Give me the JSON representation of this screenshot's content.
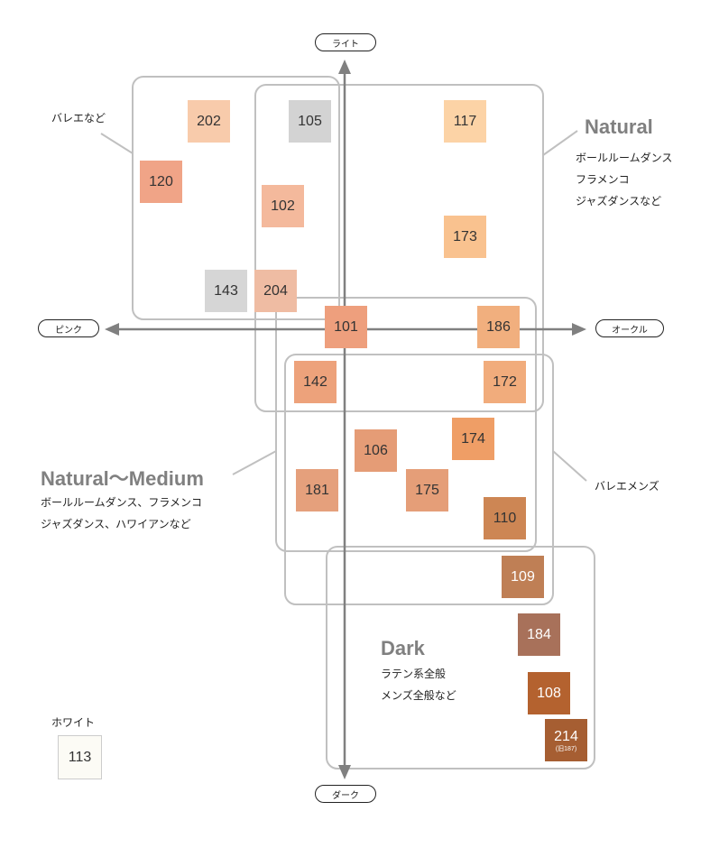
{
  "axes": {
    "top": "ライト",
    "left": "ピンク",
    "right": "オークル",
    "bottom": "ダーク"
  },
  "groups": {
    "ballet": {
      "label": "バレエなど"
    },
    "natural": {
      "title": "Natural",
      "lines": [
        "ボールルームダンス",
        "フラメンコ",
        "ジャズダンスなど"
      ]
    },
    "natural_medium": {
      "title": "Natural〜Medium",
      "lines": [
        "ボールルームダンス、フラメンコ",
        "ジャズダンス、ハワイアンなど"
      ]
    },
    "ballet_mens": {
      "label": "バレエメンズ"
    },
    "dark": {
      "title": "Dark",
      "lines": [
        "ラテン系全般",
        "メンズ全般など"
      ]
    },
    "white": {
      "label": "ホワイト"
    }
  },
  "swatches": [
    {
      "code": "202",
      "color": "#f8cbab"
    },
    {
      "code": "105",
      "color": "#d3d3d3"
    },
    {
      "code": "117",
      "color": "#fcd3a6"
    },
    {
      "code": "120",
      "color": "#f0a487"
    },
    {
      "code": "102",
      "color": "#f4b99c"
    },
    {
      "code": "173",
      "color": "#f9c28f"
    },
    {
      "code": "143",
      "color": "#d6d6d6"
    },
    {
      "code": "204",
      "color": "#efbca3"
    },
    {
      "code": "101",
      "color": "#ee9f7d"
    },
    {
      "code": "186",
      "color": "#f1af7e"
    },
    {
      "code": "142",
      "color": "#eda27b"
    },
    {
      "code": "172",
      "color": "#f1ac7c"
    },
    {
      "code": "106",
      "color": "#e59c76"
    },
    {
      "code": "174",
      "color": "#ef9e66"
    },
    {
      "code": "181",
      "color": "#e5a07c"
    },
    {
      "code": "175",
      "color": "#e59e78"
    },
    {
      "code": "110",
      "color": "#cd8654"
    },
    {
      "code": "109",
      "color": "#bf7f55"
    },
    {
      "code": "184",
      "color": "#a8715a"
    },
    {
      "code": "108",
      "color": "#b4622f"
    },
    {
      "code": "214",
      "sub": "(旧187)",
      "color": "#a65e32"
    },
    {
      "code": "113",
      "color": "#fcfbf5"
    }
  ],
  "colors": {
    "axis": "#808080",
    "frame": "#c0c0c0",
    "heading": "#808080"
  }
}
